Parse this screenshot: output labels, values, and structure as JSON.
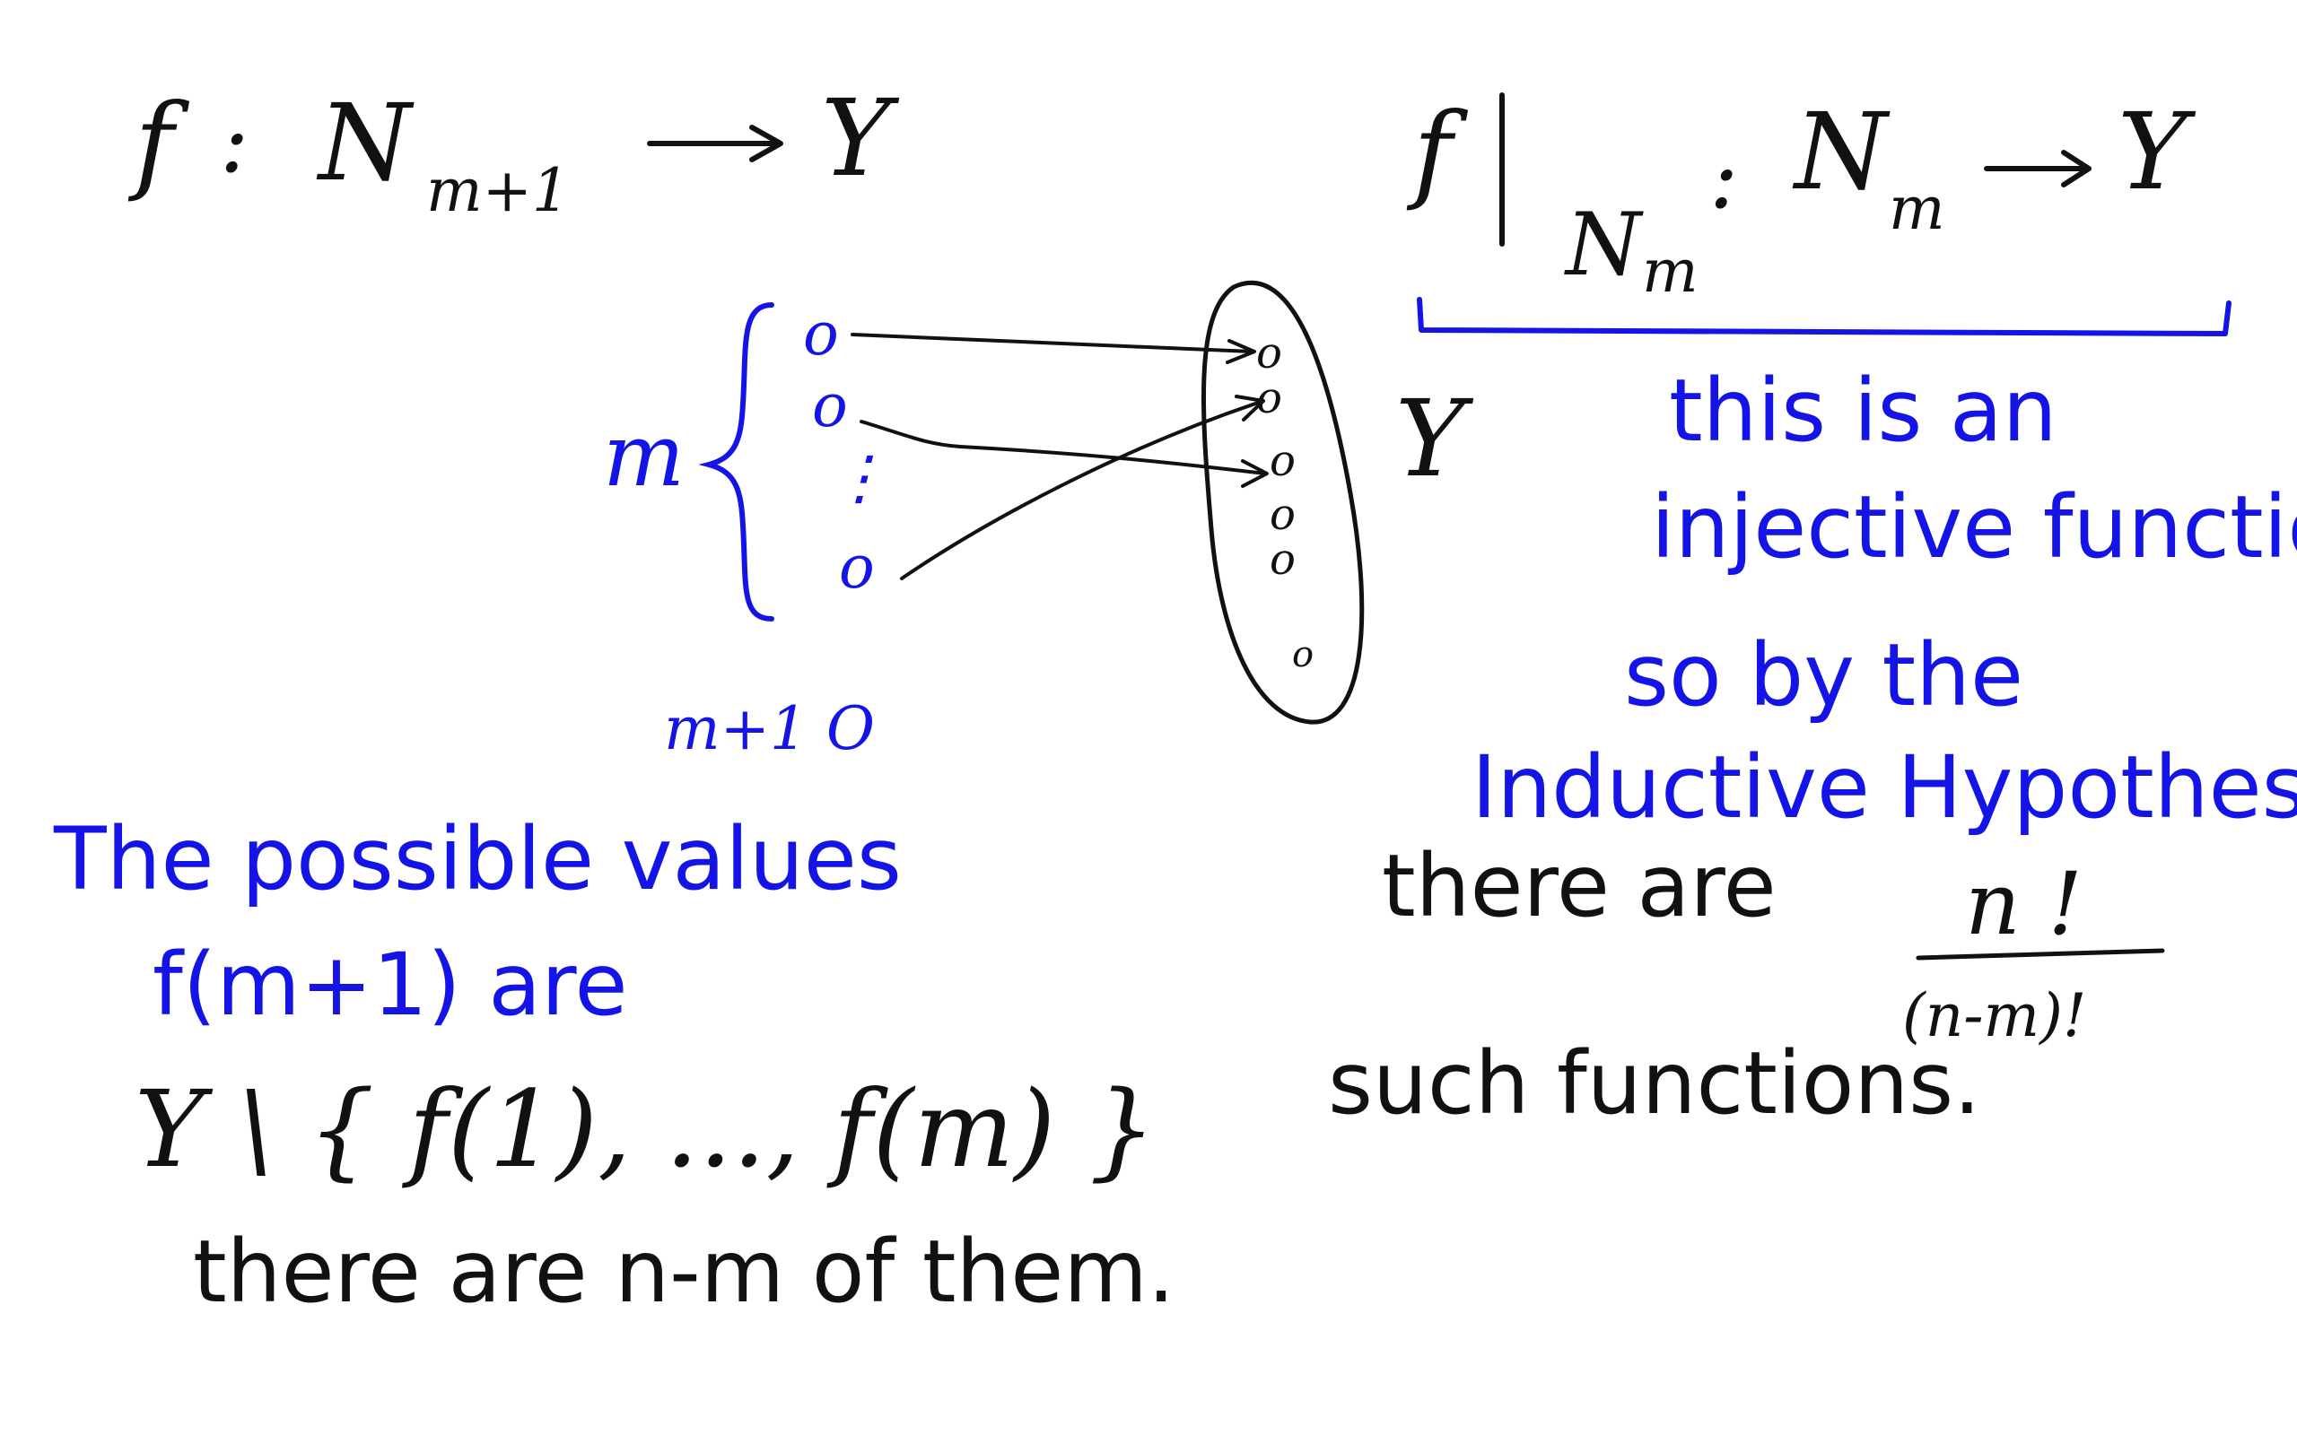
{
  "colors": {
    "ink_black": "#111111",
    "ink_blue": "#1414e6",
    "background": "#ffffff"
  },
  "top_left": {
    "f": "f",
    "colon": ":",
    "N": "N",
    "sub": "m+1",
    "codomain": "Y"
  },
  "top_right": {
    "f": "f",
    "restrict_sub": "N",
    "restrict_sub_m": "m",
    "colon": ":",
    "N": "N",
    "sub": "m",
    "codomain": "Y"
  },
  "diagram": {
    "domain_label": "m",
    "codomain_label": "Y",
    "domain_dots": [
      "o",
      "o",
      "o"
    ],
    "ellipsis": "⋮",
    "codomain_dots": [
      "o",
      "o",
      "o",
      "o",
      "o",
      "o"
    ],
    "bottom_label": "m+1 O"
  },
  "blue_notes": {
    "line1": "this is an",
    "line2": "injective function",
    "line3": "so by the",
    "line4": "Inductive Hypothesis"
  },
  "right_text": {
    "there_are": "there are",
    "numerator": "n !",
    "denominator": "(n-m)!",
    "such_functions": "such functions."
  },
  "left_text": {
    "possible_line1": "The possible values",
    "possible_line2": "f(m+1) are",
    "set_expr": "Y \\ { f(1), ..., f(m) }",
    "count_line": "there are n-m of them."
  }
}
